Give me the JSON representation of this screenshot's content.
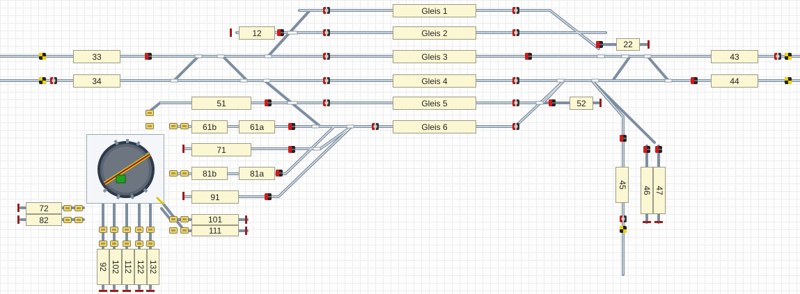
{
  "blocks": {
    "gleis1": "Gleis 1",
    "gleis2": "Gleis 2",
    "gleis3": "Gleis 3",
    "gleis4": "Gleis 4",
    "gleis5": "Gleis 5",
    "gleis6": "Gleis 6",
    "b12": "12",
    "b22": "22",
    "b33": "33",
    "b34": "34",
    "b43": "43",
    "b44": "44",
    "b51": "51",
    "b52": "52",
    "b61b": "61b",
    "b61a": "61a",
    "b71": "71",
    "b81b": "81b",
    "b81a": "81a",
    "b91": "91",
    "b72": "72",
    "b82": "82",
    "b101": "101",
    "b111": "111",
    "b45": "45",
    "b46": "46",
    "b47": "47",
    "b92": "92",
    "b102": "102",
    "b112": "112",
    "b122": "122",
    "b132": "132"
  },
  "colors": {
    "track": "#7d8ea0",
    "track_highlight": "#dfe6ee",
    "block_fill": "#fbf7d3",
    "signal_red": "#d11a1a",
    "signal_yellow": "#f0d200",
    "buffer": "#9e1a1a"
  },
  "icons": [
    "signal-icon",
    "buffer-stop-icon",
    "turntable-icon",
    "track-terminal-icon"
  ]
}
